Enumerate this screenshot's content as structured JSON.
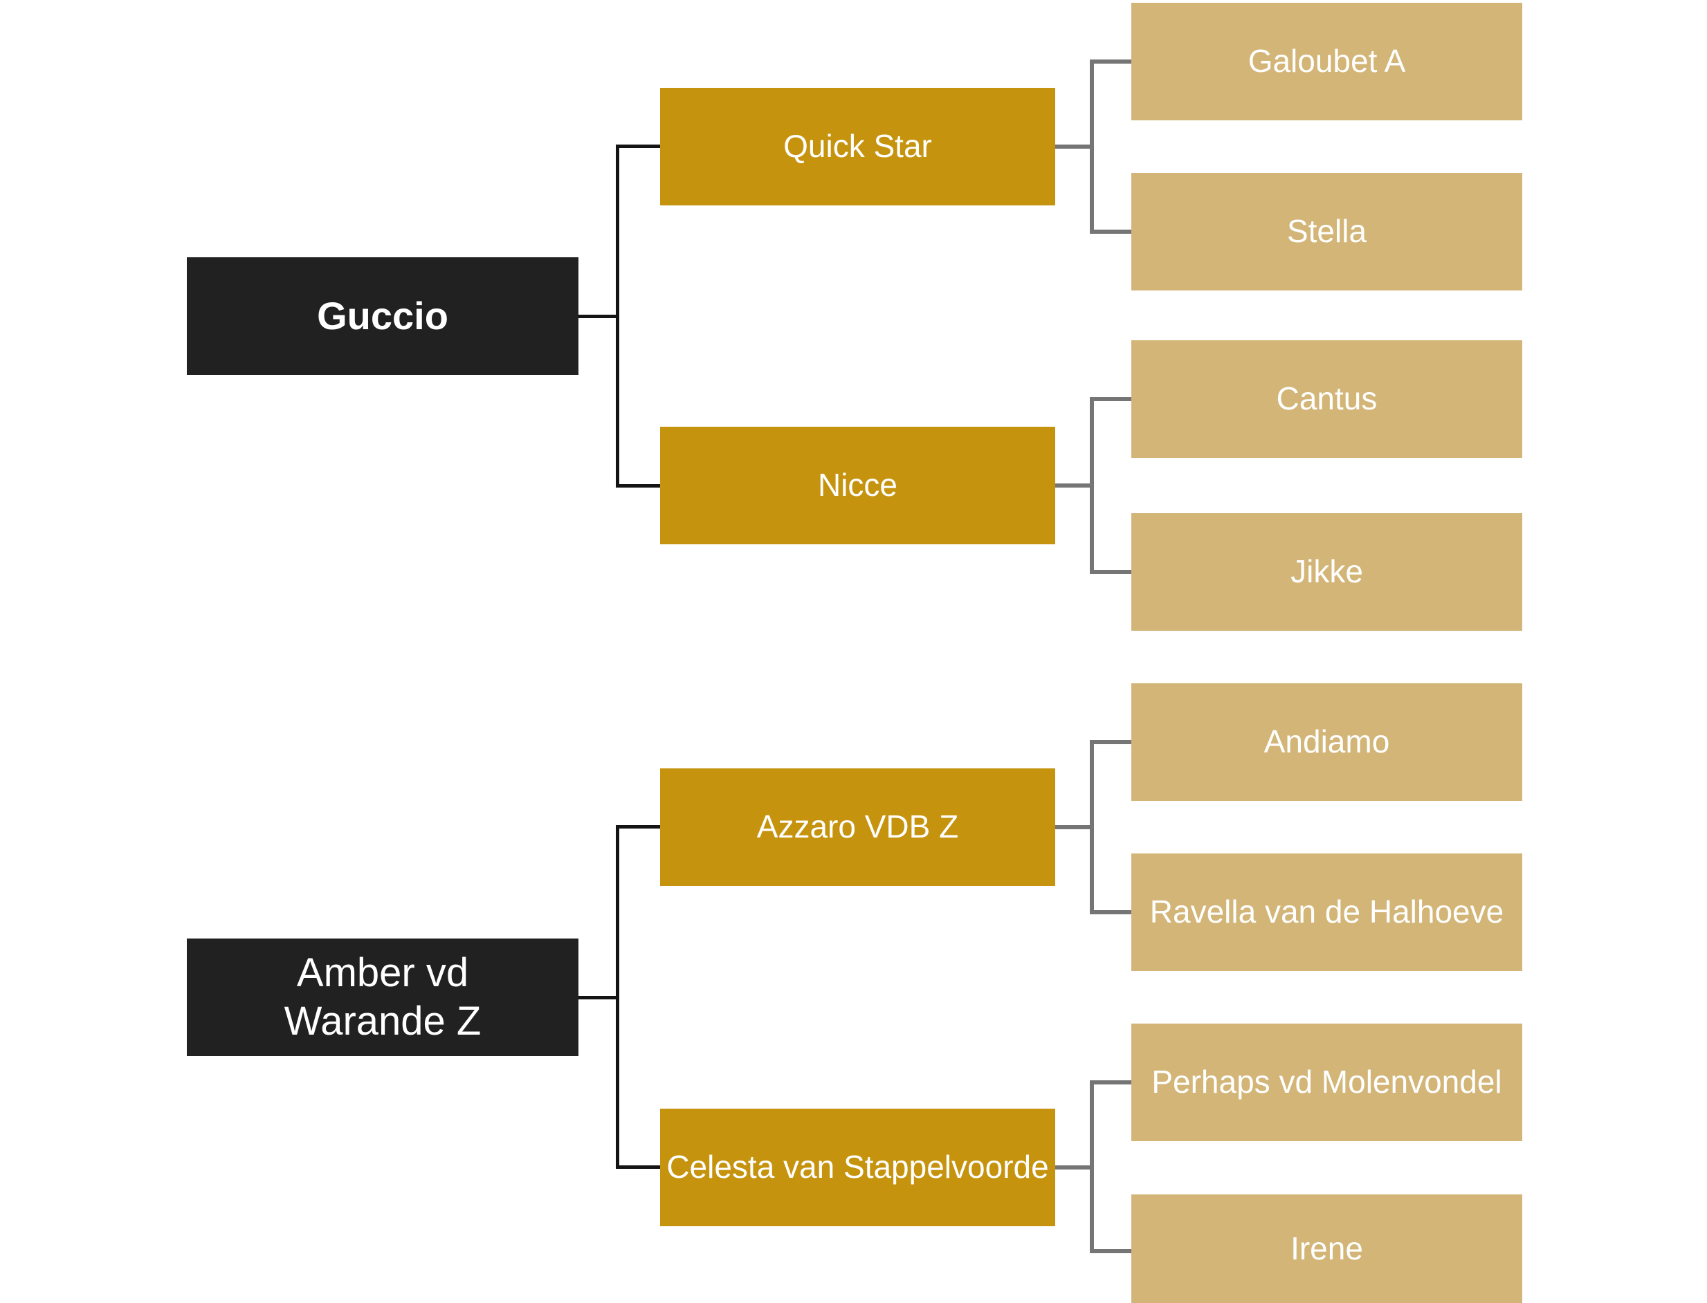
{
  "diagram": {
    "type": "pedigree-tree",
    "colors": {
      "root_box": "#212121",
      "parent_box": "#C5930D",
      "grandparent_box": "#D2B577",
      "connector_primary": "#141414",
      "connector_secondary": "#757575",
      "text": "#FFFFFF"
    },
    "trees": [
      {
        "root": {
          "label": "Guccio"
        },
        "parents": [
          {
            "label": "Quick Star",
            "children": [
              {
                "label": "Galoubet A"
              },
              {
                "label": "Stella"
              }
            ]
          },
          {
            "label": "Nicce",
            "children": [
              {
                "label": "Cantus"
              },
              {
                "label": "Jikke"
              }
            ]
          }
        ]
      },
      {
        "root": {
          "label": "Amber vd\nWarande Z"
        },
        "parents": [
          {
            "label": "Azzaro VDB Z",
            "children": [
              {
                "label": "Andiamo"
              },
              {
                "label": "Ravella van de Halhoeve"
              }
            ]
          },
          {
            "label": "Celesta van Stappelvoorde",
            "children": [
              {
                "label": "Perhaps vd Molenvondel"
              },
              {
                "label": "Irene"
              }
            ]
          }
        ]
      }
    ]
  }
}
